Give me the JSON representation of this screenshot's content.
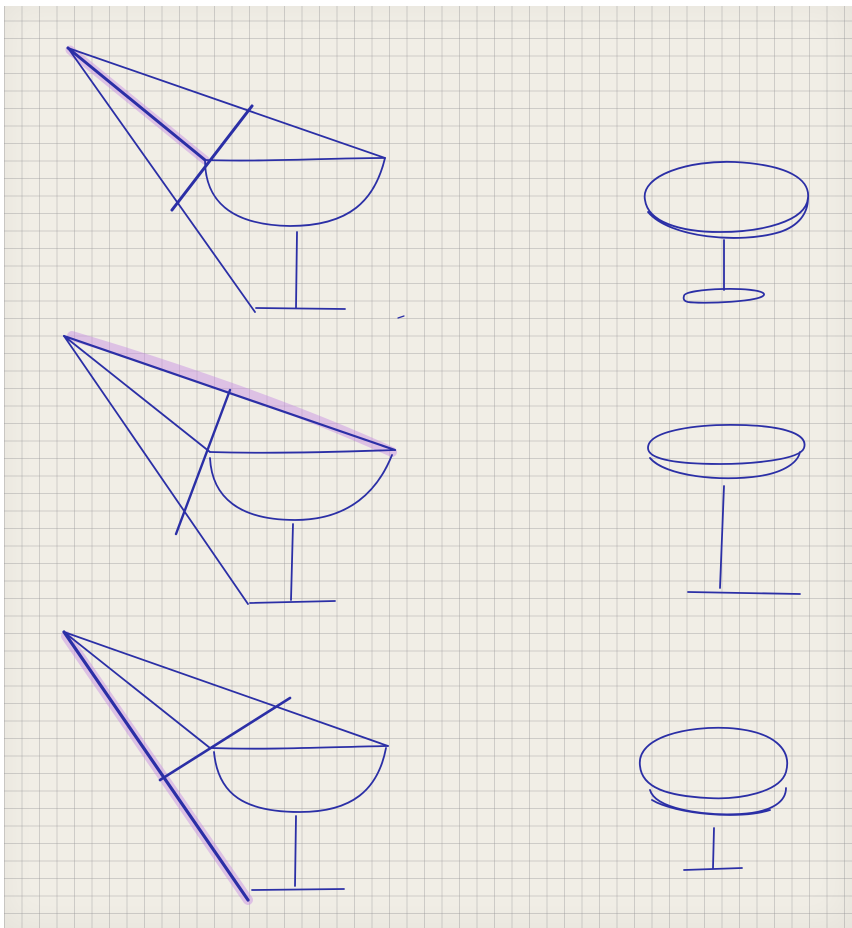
{
  "colors": {
    "paper": "#f1eee6",
    "grid": "#b4b1aa",
    "ink": "#2b2fa6",
    "highlighter": "#c58ae3"
  },
  "sketches": [
    {
      "row": 1,
      "side": "left",
      "subject": "pointed-chair",
      "highlighted_edge": "lower-front-edge"
    },
    {
      "row": 1,
      "side": "right",
      "subject": "oval-bowl-on-stem-round-base"
    },
    {
      "row": 2,
      "side": "left",
      "subject": "pointed-chair",
      "highlighted_edge": "top-edge"
    },
    {
      "row": 2,
      "side": "right",
      "subject": "bowl-on-stem-flat-foot"
    },
    {
      "row": 3,
      "side": "left",
      "subject": "pointed-chair",
      "highlighted_edge": "long-front-edge"
    },
    {
      "row": 3,
      "side": "right",
      "subject": "egg-bowl-on-short-stem"
    }
  ]
}
